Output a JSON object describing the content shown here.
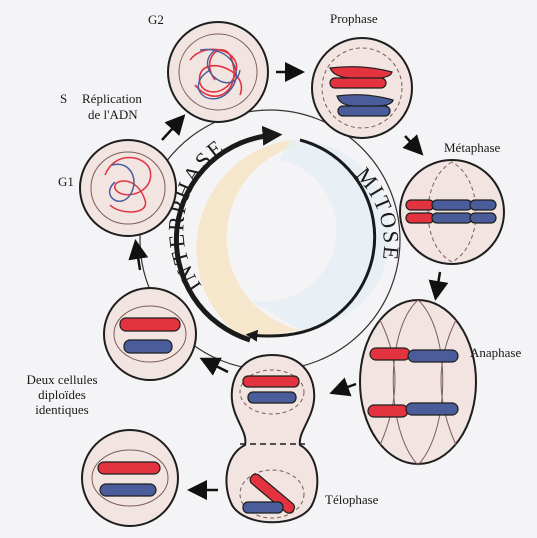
{
  "labels": {
    "g2": "G2",
    "s": "S",
    "replication": "Réplication",
    "adn": "de l'ADN",
    "g1": "G1",
    "prophase": "Prophase",
    "metaphase": "Métaphase",
    "anaphase": "Anaphase",
    "telophase": "Télophase",
    "deux_cellules_1": "Deux cellules",
    "deux_cellules_2": "diploïdes",
    "deux_cellules_3": "identiques"
  },
  "phases": {
    "interphase": "INTERPHASE",
    "mitose": "MITOSE"
  },
  "colors": {
    "red": "#e2333f",
    "blue": "#4a5d9a",
    "cell_fill": "#f1e4e1",
    "outline": "#1e1e1e",
    "interphase_band": "#f6e6c8"
  }
}
